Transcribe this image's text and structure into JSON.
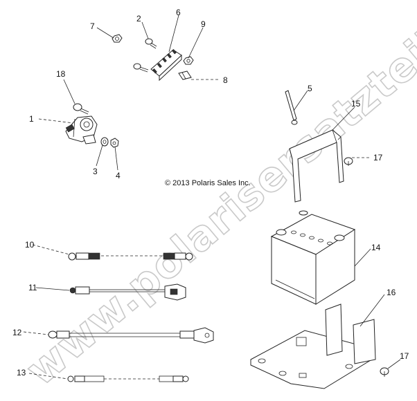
{
  "copyright": "© 2013 Polaris Sales Inc.",
  "watermark": "www.polarisersatzteile.de",
  "callouts": {
    "c1": "1",
    "c2": "2",
    "c3": "3",
    "c4": "4",
    "c5": "5",
    "c6": "6",
    "c7": "7",
    "c8": "8",
    "c9": "9",
    "c10": "10",
    "c11": "11",
    "c12": "12",
    "c13": "13",
    "c14": "14",
    "c15": "15",
    "c16": "16",
    "c17a": "17",
    "c17b": "17",
    "c18": "18"
  }
}
